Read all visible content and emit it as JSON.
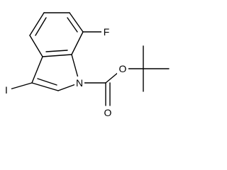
{
  "structure": {
    "atoms": [
      {
        "id": "F",
        "symbol": "F"
      },
      {
        "id": "I",
        "symbol": "I"
      },
      {
        "id": "N",
        "symbol": "N"
      },
      {
        "id": "O_ester",
        "symbol": "O"
      },
      {
        "id": "O_carbonyl",
        "symbol": "O"
      }
    ]
  },
  "colors": {
    "bond": "#000000",
    "label": "#000000",
    "background": "#ffffff"
  }
}
